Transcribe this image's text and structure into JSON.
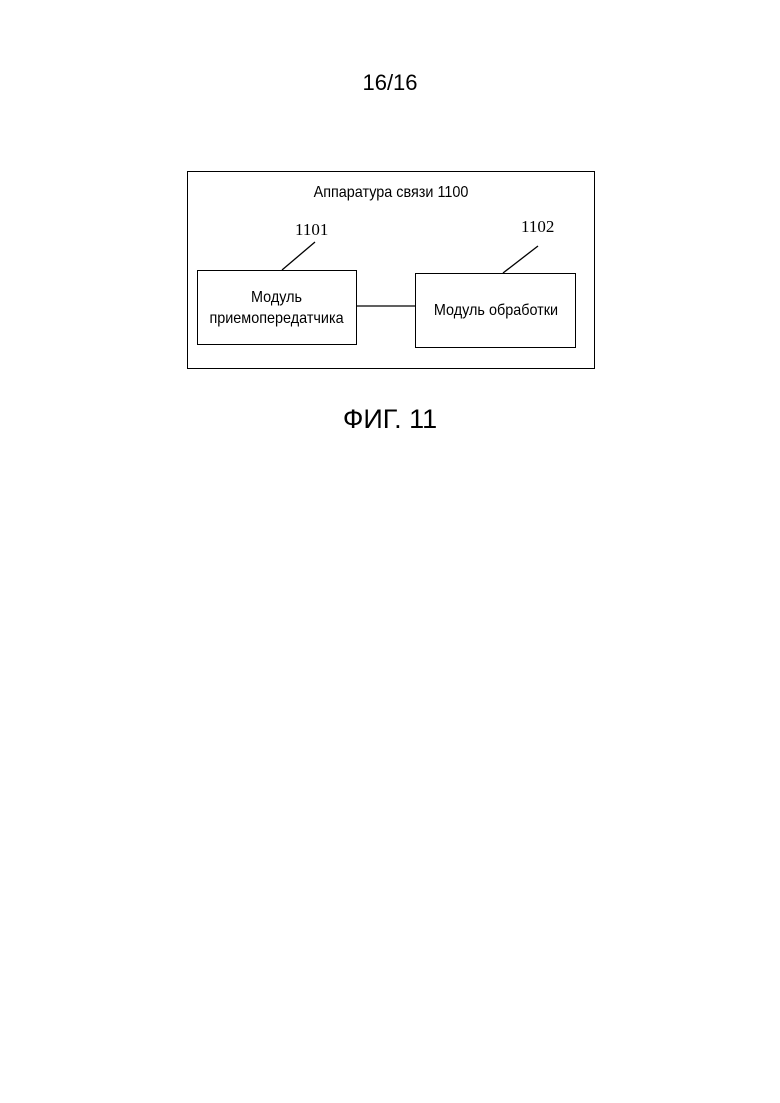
{
  "page": {
    "number": "16/16"
  },
  "diagram": {
    "title": "Аппаратура связи 1100",
    "transceiver_module": {
      "ref": "1101",
      "line1": "Модуль",
      "line2": "приемопередатчика"
    },
    "processing_module": {
      "ref": "1102",
      "label": "Модуль обработки"
    }
  },
  "figure": {
    "caption": "ФИГ. 11"
  }
}
